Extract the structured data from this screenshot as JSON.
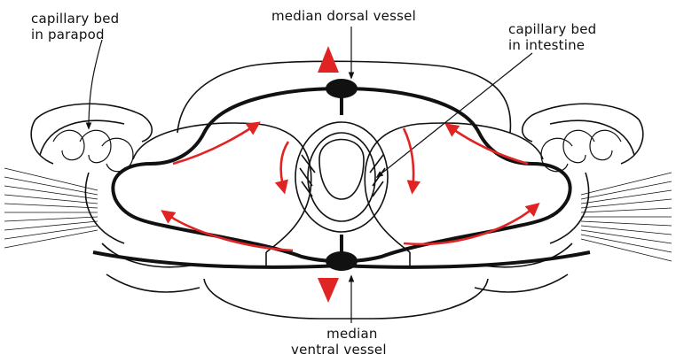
{
  "labels": {
    "capillary_parapod": [
      "capillary bed",
      "in parapod"
    ],
    "median_dorsal": "median dorsal vessel",
    "capillary_intestine": [
      "capillary bed",
      "in intestine"
    ],
    "median_ventral": [
      "median",
      "ventral vessel"
    ]
  },
  "colors": {
    "ink": "#111111",
    "flow_arrow": "#e02424",
    "background": "#ffffff"
  },
  "icons": {
    "flow_arrow": "red-curved-arrow",
    "direction_arrow": "red-block-arrow"
  }
}
